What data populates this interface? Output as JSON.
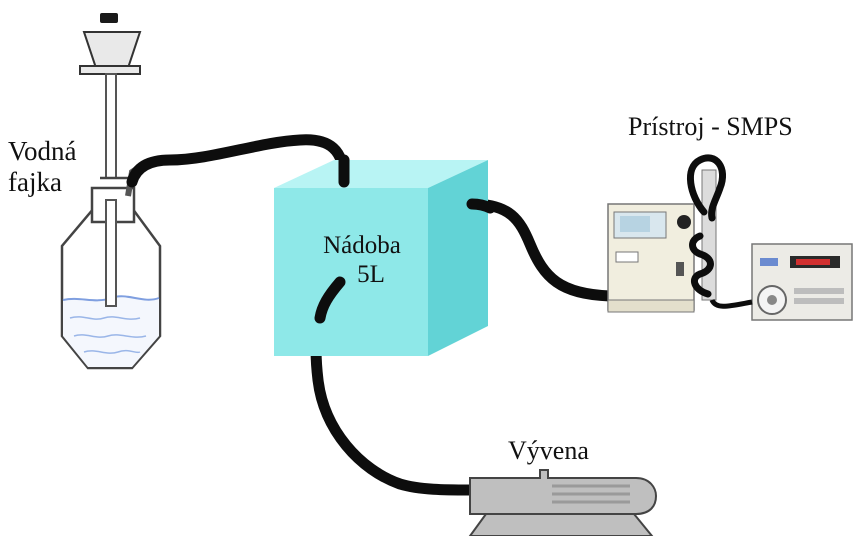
{
  "labels": {
    "hookah_line1": "Vodná",
    "hookah_line2": "fajka",
    "vessel_line1": "Nádoba",
    "vessel_line2": "5L",
    "instrument": "Prístroj - SMPS",
    "pump": "Vývena"
  },
  "colors": {
    "tube": "#0d0d0d",
    "vessel_front": "#8ee8e8",
    "vessel_top": "#b8f4f4",
    "vessel_side": "#62d3d6",
    "water": "#9ab6e8",
    "instrument_body": "#f1eedf",
    "pump_body": "#bfbfbf"
  }
}
